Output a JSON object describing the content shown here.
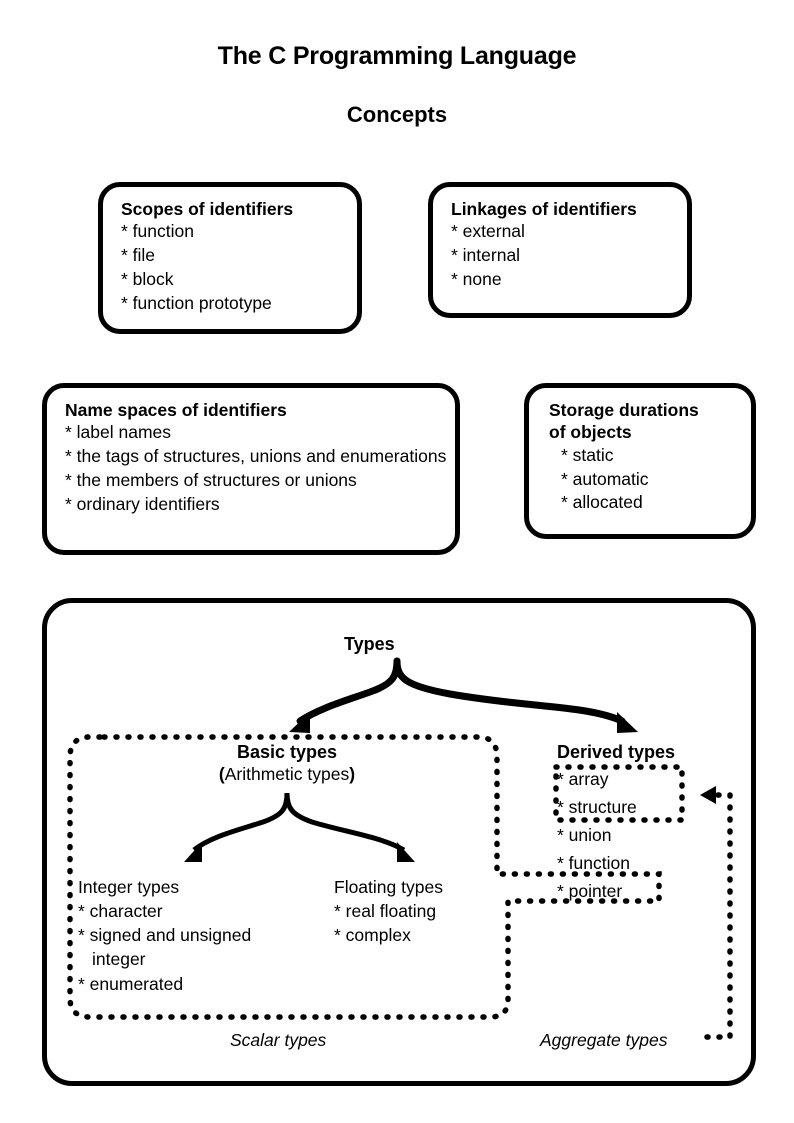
{
  "document": {
    "title_main": "The C Programming Language",
    "title_sub": "Concepts"
  },
  "boxes": {
    "scopes": {
      "heading": "Scopes of identifiers",
      "items": [
        "* function",
        "* file",
        "* block",
        "* function prototype"
      ]
    },
    "linkages": {
      "heading": "Linkages of identifiers",
      "items": [
        "* external",
        "* internal",
        "* none"
      ]
    },
    "namespaces": {
      "heading": "Name spaces of identifiers",
      "items": [
        "* label names",
        "* the tags of structures, unions and enumerations",
        "* the members of structures or unions",
        "* ordinary identifiers"
      ]
    },
    "storage": {
      "heading_line1": "Storage durations",
      "heading_line2": "of objects",
      "items": [
        "* static",
        "* automatic",
        "* allocated"
      ]
    }
  },
  "types": {
    "root_label": "Types",
    "basic": {
      "title": "Basic types",
      "subtitle_open": "(",
      "subtitle_text": "Arithmetic types",
      "subtitle_close": ")",
      "integer": {
        "heading": "Integer types",
        "items": [
          "* character",
          "* signed and unsigned integer",
          "* enumerated"
        ]
      },
      "floating": {
        "heading": "Floating types",
        "items": [
          "* real floating",
          "* complex"
        ]
      }
    },
    "derived": {
      "title": "Derived types",
      "items": [
        "* array",
        "* structure",
        "* union",
        "* function",
        "* pointer"
      ]
    },
    "group_labels": {
      "scalar": "Scalar types",
      "aggregate": "Aggregate types"
    }
  },
  "colors": {
    "ink": "#000000",
    "paper": "#ffffff"
  }
}
